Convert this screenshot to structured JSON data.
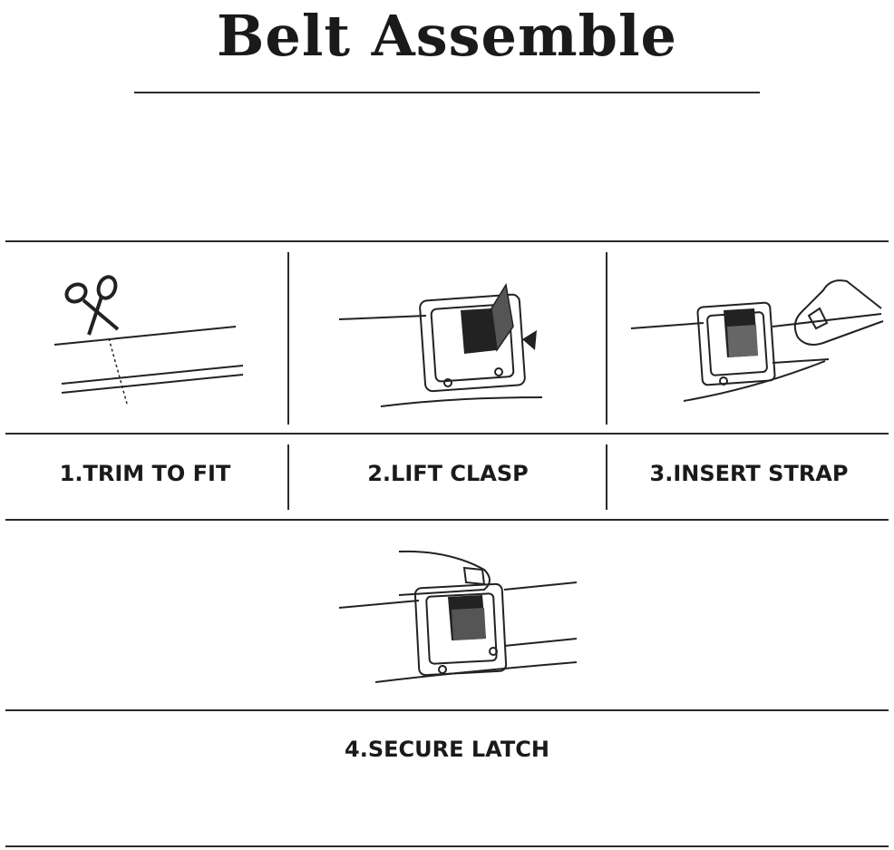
{
  "header": {
    "title": "Belt Assemble"
  },
  "steps": [
    {
      "label": "1.TRIM TO FIT",
      "icon": "scissors-trim-icon"
    },
    {
      "label": "2.LIFT CLASP",
      "icon": "lift-clasp-icon"
    },
    {
      "label": "3.INSERT STRAP",
      "icon": "insert-strap-icon"
    },
    {
      "label": "4.SECURE LATCH",
      "icon": "secure-latch-icon"
    }
  ]
}
